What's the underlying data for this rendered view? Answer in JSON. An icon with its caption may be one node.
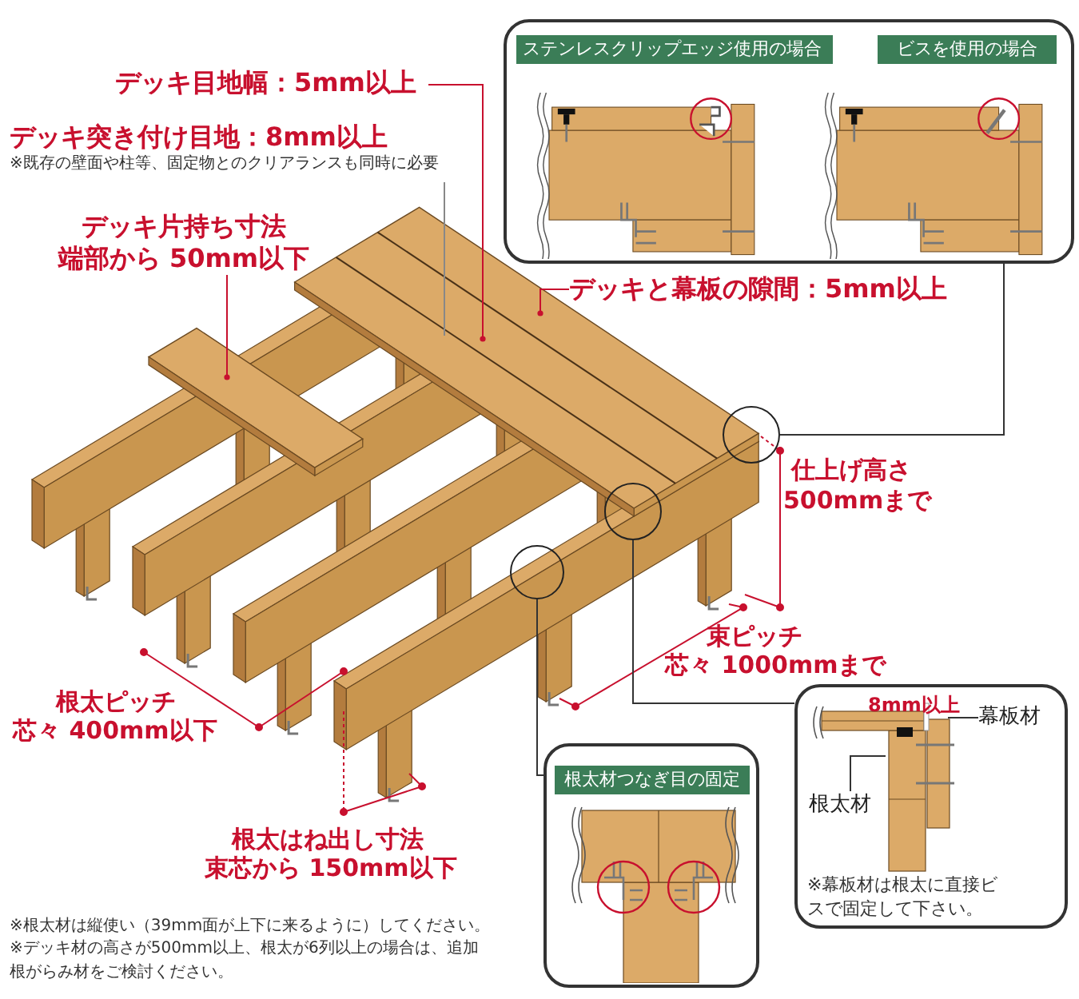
{
  "diagram": {
    "nodes": [
      {
        "text": [
          "ステンレスクリップエッジ使用の場合",
          "ビスを使用の場合"
        ]
      },
      {
        "text": [
          "8mm以上",
          "※幕板材は根太に直接ビスで固定して下さい。"
        ]
      },
      {
        "text": [
          "根太材つなぎ目の固定"
        ]
      },
      {
        "text": [],
        "shape": "circle"
      },
      {
        "text": [],
        "shape": "circle"
      },
      {
        "text": [],
        "shape": "circle"
      },
      {
        "text": [
          "デッキ目地幅：5mm以上"
        ]
      },
      {
        "text": [
          "デッキ突き付け目地：8mm以上",
          "※既存の壁面や柱等、固定物とのクリアランスも同時に必要"
        ]
      },
      {
        "text": [
          "デッキ片持ち寸法",
          "端部から 50mm以下"
        ]
      },
      {
        "text": [
          "デッキと幕板の隙間：5mm以上"
        ]
      },
      {
        "text": [
          "幕板材"
        ],
        "in": 1
      },
      {
        "text": [
          "根太材"
        ],
        "in": 1
      },
      {
        "text": [],
        "shape": "board"
      }
    ],
    "edges": [
      {
        "from": 3,
        "to": 0,
        "arrow": "none"
      },
      {
        "from": 4,
        "to": 1,
        "arrow": "none"
      },
      {
        "from": 5,
        "to": 2,
        "arrow": "none"
      },
      {
        "from": 6,
        "to": null,
        "arrow": "other",
        "color": "#c8102e"
      },
      {
        "from": 7,
        "to": null,
        "arrow": "none",
        "color": "#888888"
      },
      {
        "from": 8,
        "to": 12,
        "arrow": "other",
        "color": "#c8102e"
      },
      {
        "from": 9,
        "to": null,
        "arrow": "other",
        "color": "#c8102e"
      },
      {
        "from": 10,
        "to": null,
        "arrow": "none"
      },
      {
        "from": 11,
        "to": null,
        "arrow": "none"
      }
    ],
    "labels": [
      "仕上げ高さ",
      "500mmまで",
      "束ピッチ",
      "芯々 1000mmまで",
      "根太ピッチ",
      "芯々 400mm以下",
      "根太はね出し寸法",
      "束芯から 150mm以下",
      "※根太材は縦使い（39mm面が上下に来るように）してください。",
      "※デッキ材の高さが500mm以上、根太が6列以上の場合は、追加根がらみ材をご検討ください。"
    ]
  }
}
